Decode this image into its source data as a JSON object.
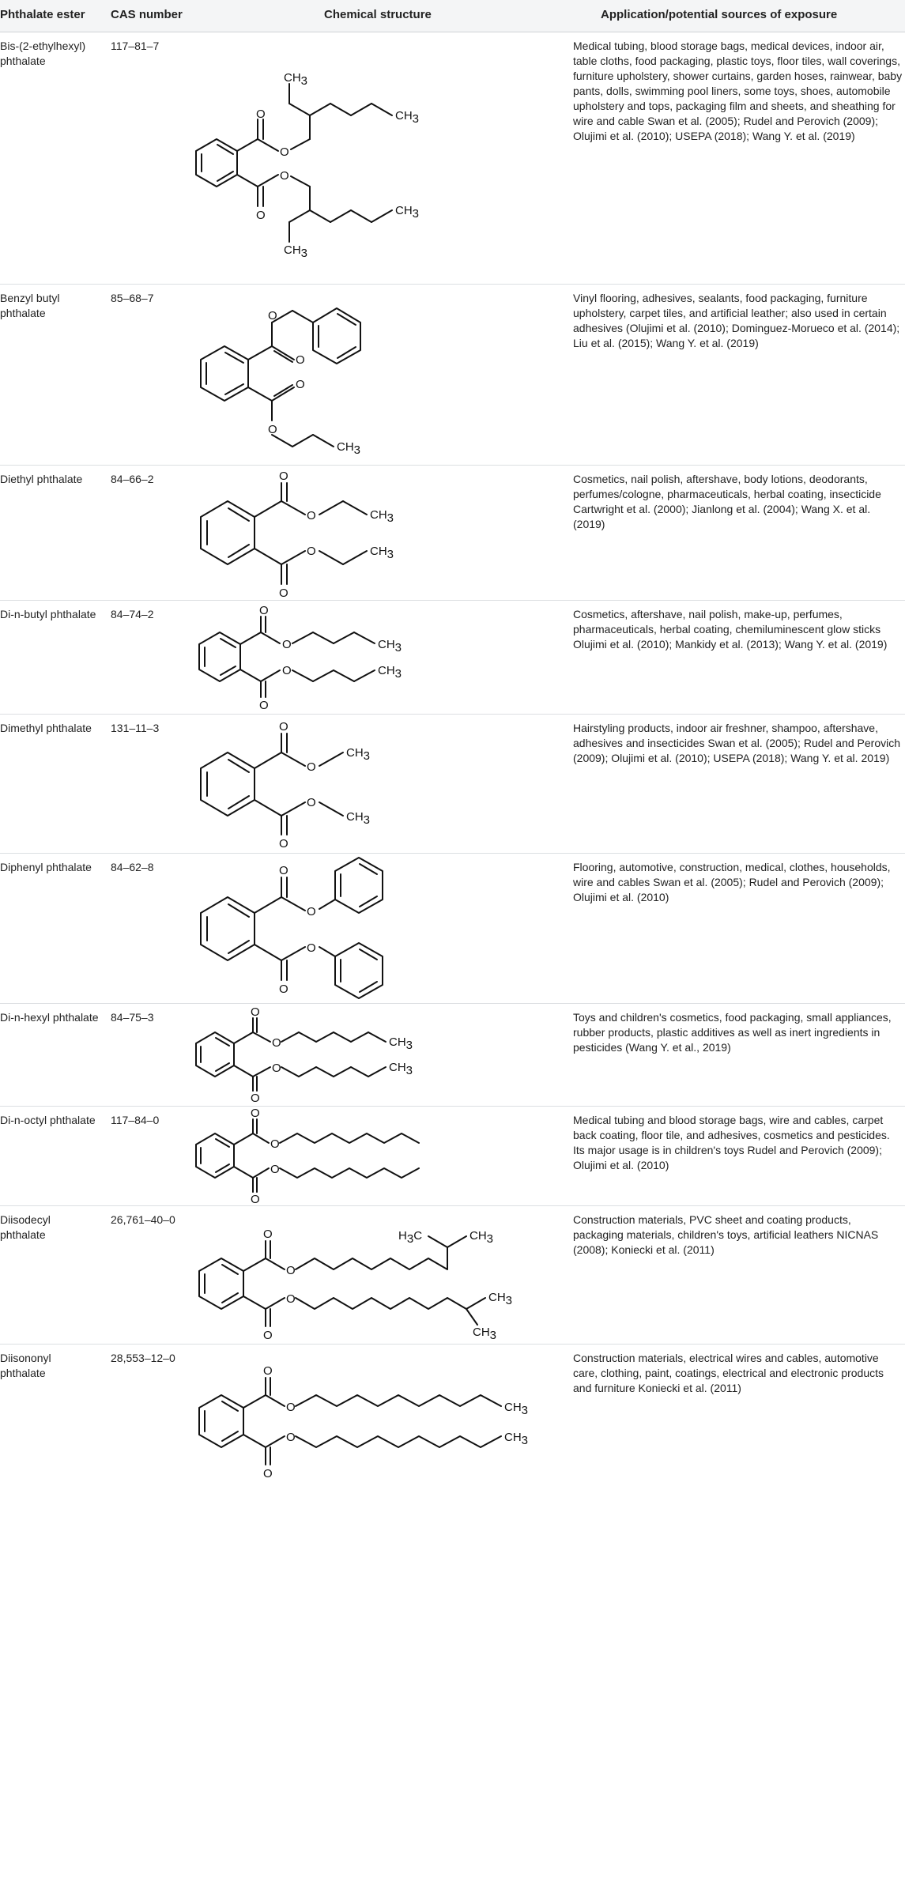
{
  "headers": {
    "ester": "Phthalate ester",
    "cas": "CAS number",
    "structure": "Chemical structure",
    "application": "Application/potential sources of exposure"
  },
  "rows": [
    {
      "name": "Bis-(2-ethylhexyl) phthalate",
      "cas": "117–81–7",
      "application": "Medical tubing, blood storage bags, medical devices, indoor air, table cloths, food packaging, plastic toys, floor tiles, wall coverings, furniture upholstery, shower curtains, garden hoses, rainwear, baby pants, dolls, swimming pool liners, some toys, shoes, automobile upholstery and tops, packaging film and sheets, and sheathing for wire and cable Swan et al. (2005); Rudel and Perovich (2009); Olujimi et al. (2010); USEPA (2018); Wang Y. et al. (2019)"
    },
    {
      "name": "Benzyl butyl phthalate",
      "cas": "85–68–7",
      "application": "Vinyl flooring, adhesives, sealants, food packaging, furniture upholstery, carpet tiles, and artificial leather; also used in certain adhesives (Olujimi et al. (2010); Dominguez-Morueco et al. (2014); Liu et al. (2015); Wang Y. et al. (2019)"
    },
    {
      "name": "Diethyl phthalate",
      "cas": "84–66–2",
      "application": "Cosmetics, nail polish, aftershave, body lotions, deodorants, perfumes/cologne, pharmaceuticals, herbal coating, insecticide Cartwright et al. (2000); Jianlong et al. (2004); Wang X. et al. (2019)"
    },
    {
      "name": "Di-n-butyl phthalate",
      "cas": "84–74–2",
      "application": "Cosmetics, aftershave, nail polish, make-up, perfumes, pharmaceuticals, herbal coating, chemiluminescent glow sticks Olujimi et al. (2010); Mankidy et al. (2013); Wang Y. et al. (2019)"
    },
    {
      "name": "Dimethyl phthalate",
      "cas": "131–11–3",
      "application": "Hairstyling products, indoor air freshner, shampoo, aftershave, adhesives and insecticides Swan et al. (2005); Rudel and Perovich (2009); Olujimi et al. (2010); USEPA (2018); Wang Y. et al. 2019)"
    },
    {
      "name": "Diphenyl phthalate",
      "cas": "84–62–8",
      "application": "Flooring, automotive, construction, medical, clothes, households, wire and cables Swan et al. (2005); Rudel and Perovich (2009); Olujimi et al. (2010)"
    },
    {
      "name": "Di-n-hexyl phthalate",
      "cas": "84–75–3",
      "application": "Toys and children's cosmetics, food packaging, small appliances, rubber products, plastic additives as well as inert ingredients in pesticides (Wang Y. et al., 2019)"
    },
    {
      "name": "Di-n-octyl phthalate",
      "cas": "117–84–0",
      "application": "Medical tubing and blood storage bags, wire and cables, carpet back coating, floor tile, and adhesives, cosmetics and pesticides. Its major usage is in children's toys Rudel and Perovich (2009); Olujimi et al. (2010)"
    },
    {
      "name": "Diisodecyl phthalate",
      "cas": "26,761–40–0",
      "application": "Construction materials, PVC sheet and coating products, packaging materials, children's toys, artificial leathers NICNAS (2008); Koniecki et al. (2011)"
    },
    {
      "name": "Diisononyl phthalate",
      "cas": "28,553–12–0",
      "application": "Construction materials, electrical wires and cables, automotive care, clothing, paint, coatings, electrical and electronic products and furniture Koniecki et al. (2011)"
    }
  ],
  "atoms": {
    "oxygen": "O",
    "ch3": "CH",
    "h3c": "H",
    "sub3": "3",
    "c": "C"
  }
}
